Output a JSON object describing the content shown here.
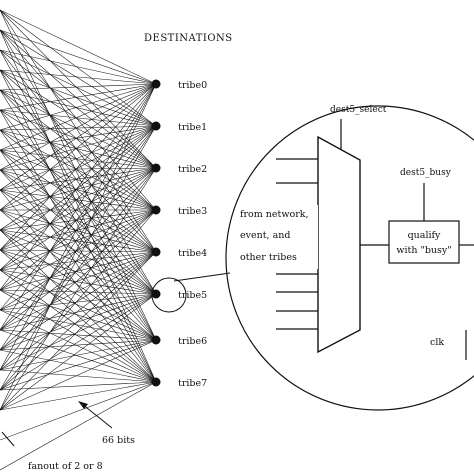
{
  "header": {
    "title": "DESTINATIONS"
  },
  "tribes": [
    "tribe0",
    "tribe1",
    "tribe2",
    "tribe3",
    "tribe4",
    "tribe5",
    "tribe6",
    "tribe7"
  ],
  "highlighted_tribe_index": 5,
  "labels": {
    "select_signal": "dest5_select",
    "busy_signal": "dest5_busy",
    "input_source_lines": [
      "from network,",
      "event, and",
      "other tribes"
    ],
    "qualify_block_lines": [
      "qualify",
      "with \"busy\""
    ],
    "clock": "clk",
    "bus_width": "66 bits",
    "fanout": "fanout of 2 or 8"
  },
  "colors": {
    "ink": "#111111",
    "background": "#ffffff"
  }
}
